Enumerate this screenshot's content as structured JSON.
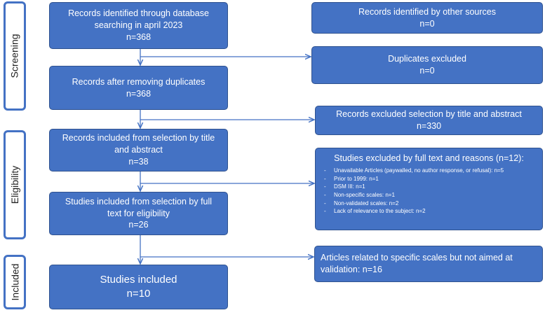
{
  "phases": {
    "screening": "Screening",
    "eligibility": "Eligibility",
    "included": "Included"
  },
  "boxes": {
    "db_search": [
      "Records identified through database",
      "searching in april 2023",
      "n=368"
    ],
    "other_sources": [
      "Records identified by other sources",
      "n=0"
    ],
    "duplicates_excluded": [
      "Duplicates excluded",
      "n=0"
    ],
    "after_duplicates": [
      "Records after removing duplicates",
      "n=368"
    ],
    "title_abstract_excluded": [
      "Records excluded selection by title and abstract",
      "n=330"
    ],
    "title_abstract_included": [
      "Records included from selection by title",
      "and abstract",
      "n=38"
    ],
    "full_text_excluded": {
      "title": "Studies excluded by full text and reasons (n=12):",
      "reasons": [
        "Unavailable Articles (paywalled, no author response, or refusal): n=5",
        "Prior to 1999: n=1",
        "DSM III: n=1",
        "Non-specific scales: n=1",
        "Non-validated scales: n=2",
        "Lack of relevance to the subject: n=2"
      ]
    },
    "full_text_included": [
      "Studies included from selection by full",
      "text for eligibility",
      "n=26"
    ],
    "specific_scales": [
      "Articles related to specific scales but not aimed at",
      "validation: n=16"
    ],
    "studies_included": [
      "Studies included",
      "n=10"
    ]
  },
  "colors": {
    "box_fill": "#4472C4",
    "box_border": "#2F528F",
    "text": "#ffffff",
    "arrow": "#4472C4"
  }
}
